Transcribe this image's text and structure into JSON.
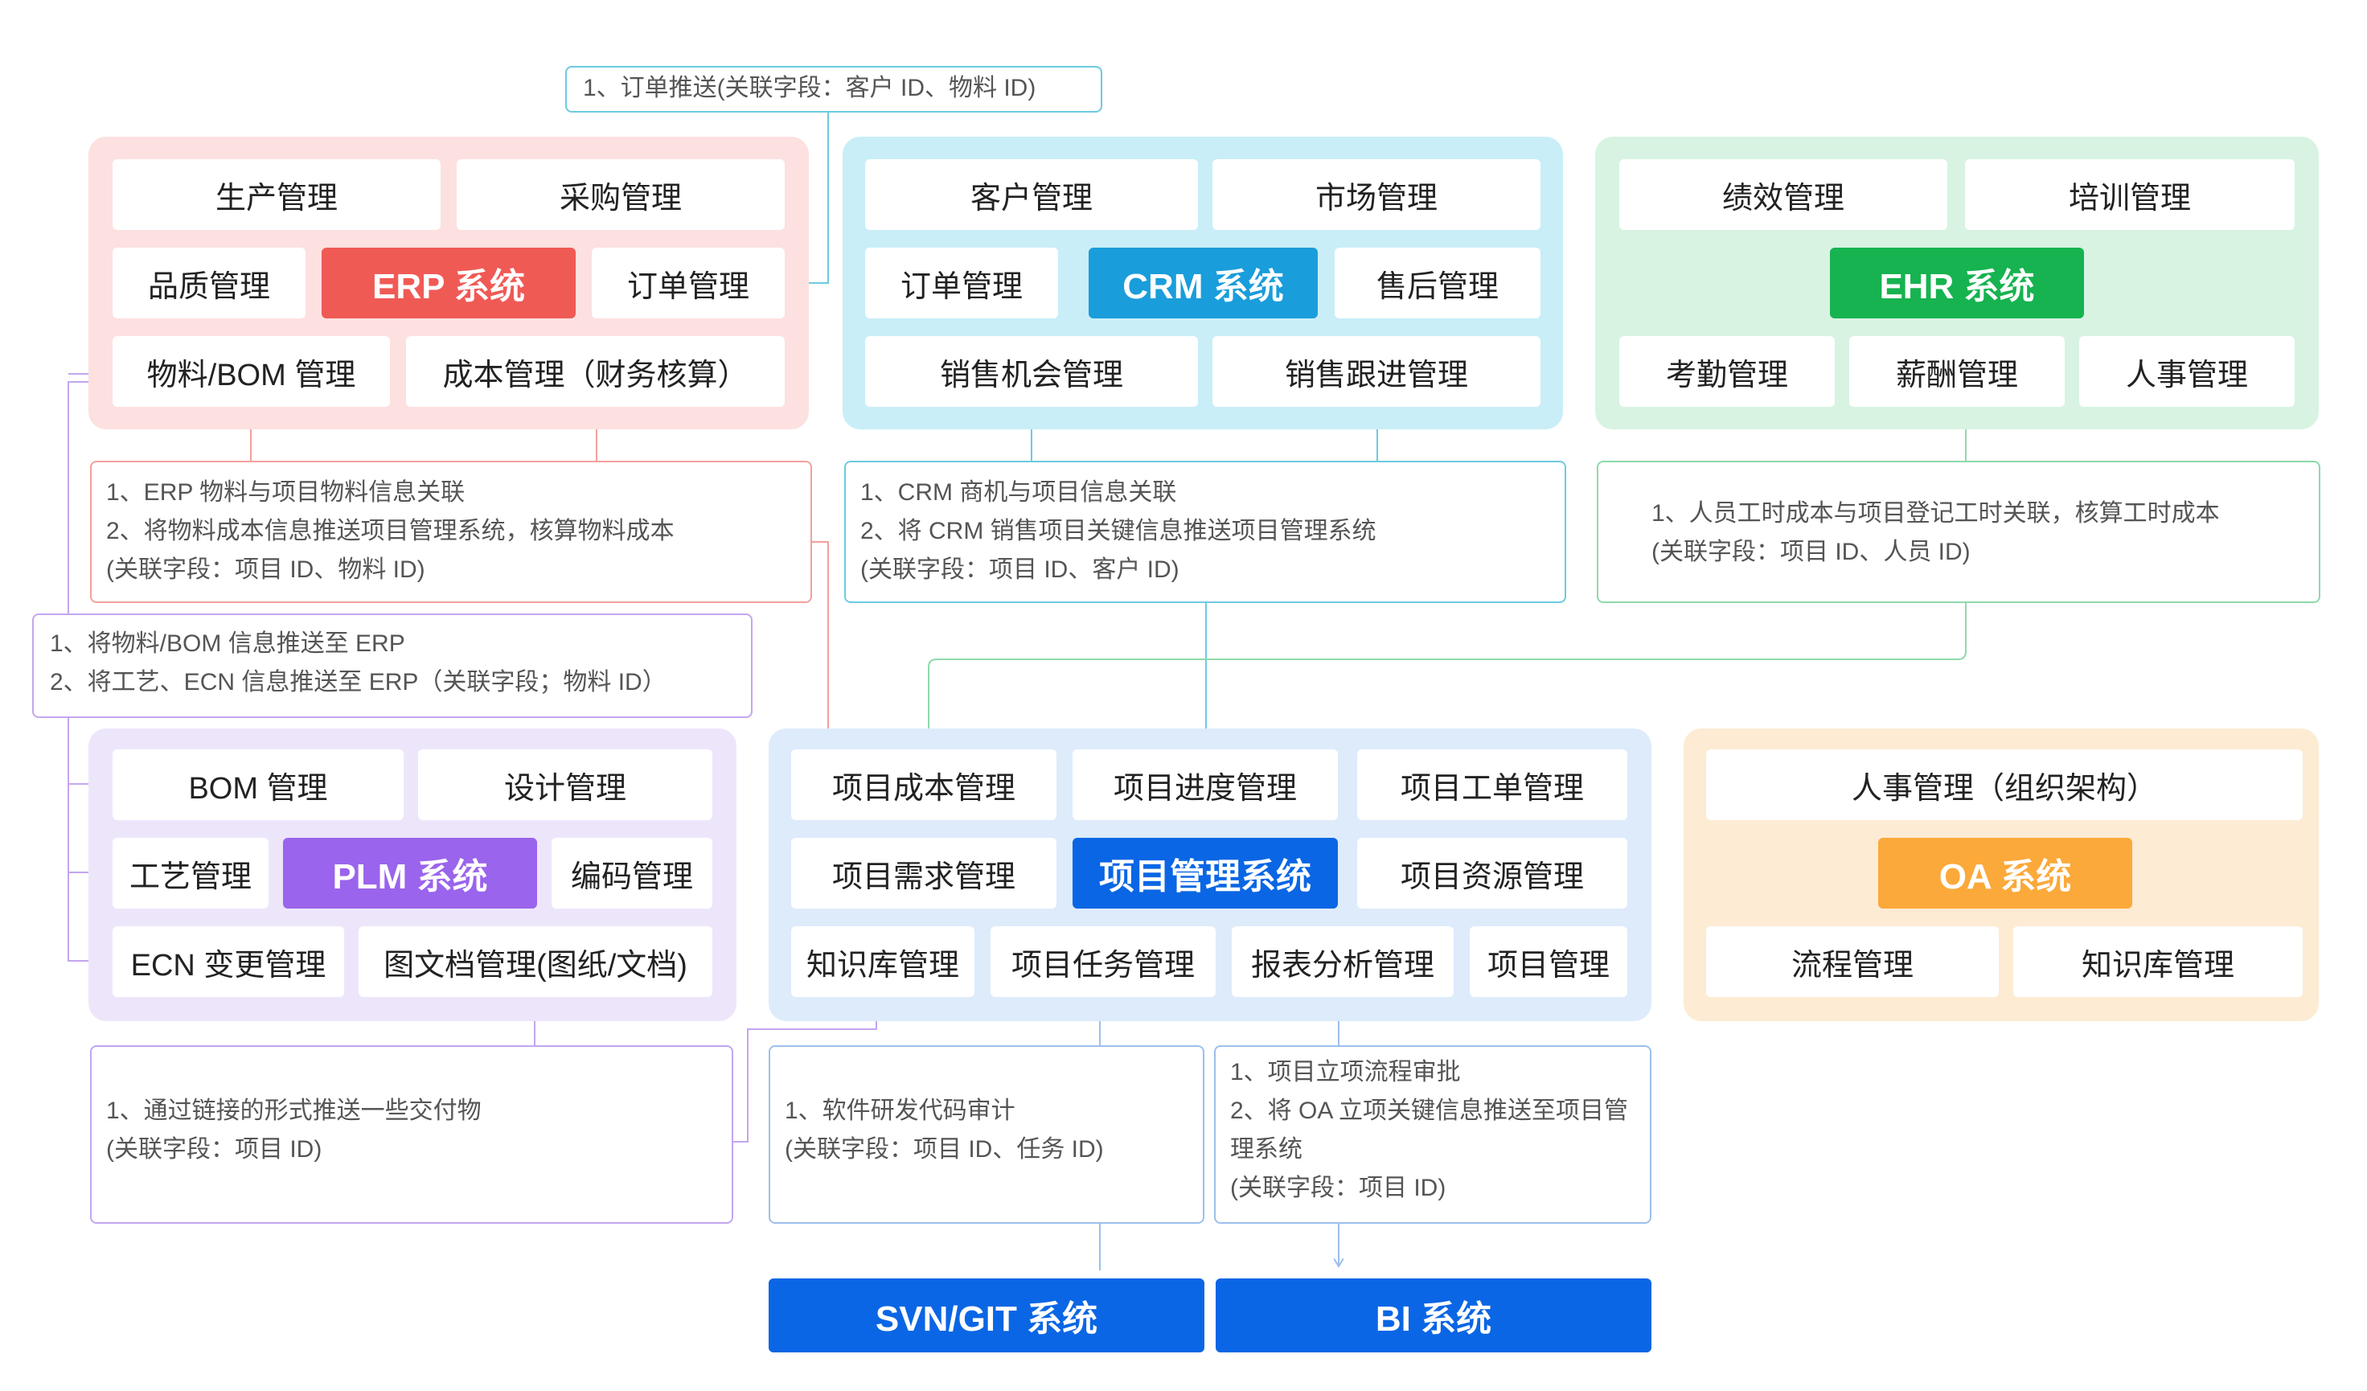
{
  "colors": {
    "erp_bg": "#FDE0E0",
    "erp_accent": "#F05A55",
    "erp_line": "#F3A09C",
    "crm_bg": "#C9EEF8",
    "crm_accent": "#1A9DDB",
    "crm_line": "#6CCBE0",
    "ehr_bg": "#D8F3E2",
    "ehr_accent": "#16B350",
    "ehr_line": "#8ED9AC",
    "plm_bg": "#EDE6FB",
    "plm_accent": "#9A64EC",
    "plm_line": "#C3A6F0",
    "pm_bg": "#DDEBFB",
    "pm_accent": "#0A66E4",
    "pm_line": "#9CC0EC",
    "oa_bg": "#FDEBD4",
    "oa_accent": "#FBA93A",
    "bottom_accent": "#0A66E4"
  },
  "top_note": "1、订单推送(关联字段：客户 ID、物料 ID)",
  "erp": {
    "title": "ERP 系统",
    "modules": [
      "生产管理",
      "采购管理",
      "品质管理",
      "订单管理",
      "物料/BOM 管理",
      "成本管理（财务核算）"
    ],
    "note": [
      "1、ERP 物料与项目物料信息关联",
      "2、将物料成本信息推送项目管理系统，核算物料成本",
      "(关联字段：项目 ID、物料 ID)"
    ]
  },
  "crm": {
    "title": "CRM 系统",
    "modules": [
      "客户管理",
      "市场管理",
      "订单管理",
      "售后管理",
      "销售机会管理",
      "销售跟进管理"
    ],
    "note": [
      "1、CRM 商机与项目信息关联",
      "2、将 CRM 销售项目关键信息推送项目管理系统",
      "(关联字段：项目 ID、客户 ID)"
    ]
  },
  "ehr": {
    "title": "EHR 系统",
    "modules": [
      "绩效管理",
      "培训管理",
      "考勤管理",
      "薪酬管理",
      "人事管理"
    ],
    "note": [
      "1、人员工时成本与项目登记工时关联，核算工时成本",
      "(关联字段：项目 ID、人员 ID)"
    ]
  },
  "plm_push_note": [
    "1、将物料/BOM 信息推送至 ERP",
    "2、将工艺、ECN 信息推送至 ERP（关联字段；物料 ID）"
  ],
  "plm": {
    "title": "PLM 系统",
    "modules": [
      "BOM 管理",
      "设计管理",
      "工艺管理",
      "编码管理",
      "ECN 变更管理",
      "图文档管理(图纸/文档)"
    ],
    "note": [
      "1、通过链接的形式推送一些交付物",
      "(关联字段：项目 ID)"
    ]
  },
  "pm": {
    "title": "项目管理系统",
    "modules": [
      "项目成本管理",
      "项目进度管理",
      "项目工单管理",
      "项目需求管理",
      "项目资源管理",
      "知识库管理",
      "项目任务管理",
      "报表分析管理",
      "项目管理"
    ]
  },
  "oa": {
    "title": "OA 系统",
    "modules": [
      "人事管理（组织架构）",
      "流程管理",
      "知识库管理"
    ],
    "note": [
      "1、项目立项流程审批",
      "2、将 OA 立项关键信息推送至项目管理系统",
      "(关联字段：项目 ID)"
    ]
  },
  "svn": {
    "title": "SVN/GIT 系统",
    "note": [
      "1、软件研发代码审计",
      "(关联字段：项目 ID、任务 ID)"
    ]
  },
  "bi": {
    "title": "BI 系统"
  }
}
